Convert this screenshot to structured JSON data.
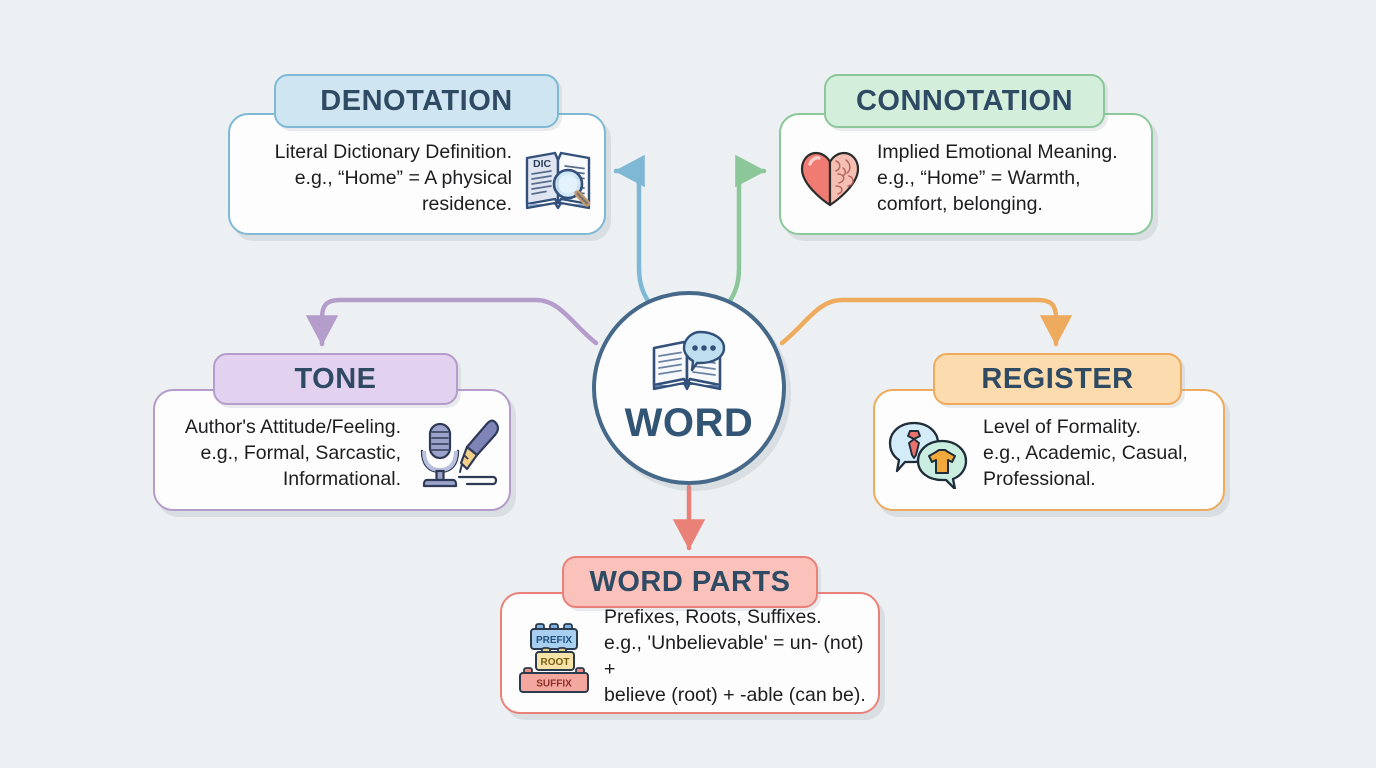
{
  "diagram": {
    "title": "WORD",
    "background_color": "#ecf0f3",
    "center": {
      "label": "WORD",
      "icon": "open-book-speech-bubble-icon",
      "border_color": "#46698a"
    },
    "nodes": [
      {
        "id": "denotation",
        "title": "DENOTATION",
        "description": "Literal Dictionary Definition.\ne.g., “Home” = A physical\nresidence.",
        "icon": "dictionary-magnifier-icon",
        "accent_color": "#7fb8d4",
        "header_fill": "#cfe6f2",
        "text_align": "right",
        "icon_side": "right"
      },
      {
        "id": "connotation",
        "title": "CONNOTATION",
        "description": "Implied Emotional Meaning.\ne.g., “Home” = Warmth,\ncomfort, belonging.",
        "icon": "heart-brain-icon",
        "accent_color": "#8cc79a",
        "header_fill": "#d4eedc",
        "text_align": "left",
        "icon_side": "left"
      },
      {
        "id": "tone",
        "title": "TONE",
        "description": "Author's Attitude/Feeling.\ne.g., Formal, Sarcastic,\nInformational.",
        "icon": "microphone-pen-icon",
        "accent_color": "#b49ccb",
        "header_fill": "#e3d2ef",
        "text_align": "right",
        "icon_side": "right"
      },
      {
        "id": "register",
        "title": "REGISTER",
        "description": "Level of Formality.\ne.g., Academic, Casual,\nProfessional.",
        "icon": "speech-bubbles-tie-tshirt-icon",
        "accent_color": "#eeab5e",
        "header_fill": "#fcdcaf",
        "text_align": "left",
        "icon_side": "left"
      },
      {
        "id": "wordparts",
        "title": "WORD PARTS",
        "description": "Prefixes, Roots, Suffixes.\ne.g., 'Unbelievable' = un- (not) +\nbelieve (root) + -able (can be).",
        "icon": "lego-blocks-icon",
        "accent_color": "#ea8179",
        "header_fill": "#fbc2bb",
        "text_align": "left",
        "icon_side": "left",
        "icon_labels": [
          "PREFIX",
          "ROOT",
          "SUFFIX"
        ]
      }
    ],
    "connectors": [
      {
        "from": "center",
        "to": "denotation",
        "color": "#7fb8d4"
      },
      {
        "from": "center",
        "to": "connotation",
        "color": "#8cc79a"
      },
      {
        "from": "center",
        "to": "tone",
        "color": "#b49ccb"
      },
      {
        "from": "center",
        "to": "register",
        "color": "#eeab5e"
      },
      {
        "from": "center",
        "to": "wordparts",
        "color": "#ea8179"
      }
    ],
    "icon_text": {
      "dictionary_label": "DIC",
      "prefix": "PREFIX",
      "root": "ROOT",
      "suffix": "SUFFIX"
    }
  }
}
